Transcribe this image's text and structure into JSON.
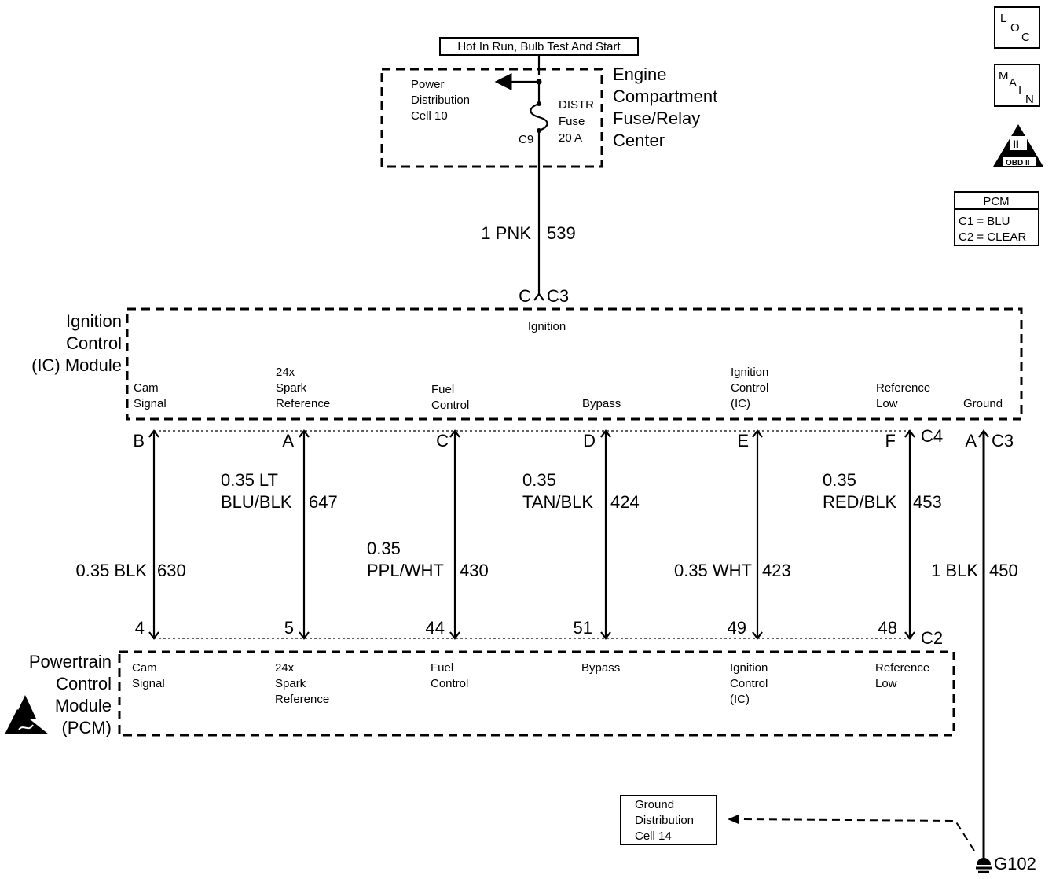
{
  "icons": {
    "loc": {
      "l1": "L",
      "l2": "O",
      "l3": "C"
    },
    "main": {
      "l1": "M",
      "l2": "A",
      "l3": "I",
      "l4": "N"
    },
    "obd": {
      "mark": "II",
      "label": "OBD II"
    }
  },
  "pcm_legend": {
    "title": "PCM",
    "c1": "C1 = BLU",
    "c2": "C2 = CLEAR"
  },
  "supply": {
    "label": "Hot In Run, Bulb Test And Start",
    "power_dist": [
      "Power",
      "Distribution",
      "Cell 10"
    ],
    "fuse": [
      "DISTR",
      "Fuse",
      "20 A"
    ],
    "fuse_connector": "C9",
    "center": [
      "Engine",
      "Compartment",
      "Fuse/Relay",
      "Center"
    ],
    "wire_desc": "1 PNK",
    "wire_circuit": "539"
  },
  "ic_module": {
    "name": [
      "Ignition",
      "Control",
      "(IC) Module"
    ],
    "top_pin": "C",
    "top_connector": "C3",
    "ignition_label": "Ignition",
    "terminals": [
      {
        "lines": [
          "Cam",
          "Signal"
        ]
      },
      {
        "lines": [
          "24x",
          "Spark",
          "Reference"
        ]
      },
      {
        "lines": [
          "Fuel",
          "Control"
        ]
      },
      {
        "lines": [
          "Bypass"
        ]
      },
      {
        "lines": [
          "Ignition",
          "Control",
          "(IC)"
        ]
      },
      {
        "lines": [
          "Reference",
          "Low"
        ]
      },
      {
        "lines": [
          "Ground"
        ]
      }
    ],
    "connector_c4": "C4",
    "connector_c3": "C3"
  },
  "wires": [
    {
      "pin": "B",
      "desc": [
        "0.35 BLK"
      ],
      "circuit": "630",
      "pcm_pin": "4"
    },
    {
      "pin": "A",
      "desc": [
        "0.35 LT",
        "BLU/BLK"
      ],
      "circuit": "647",
      "pcm_pin": "5"
    },
    {
      "pin": "C",
      "desc": [
        "0.35",
        "PPL/WHT"
      ],
      "circuit": "430",
      "pcm_pin": "44"
    },
    {
      "pin": "D",
      "desc": [
        "0.35",
        "TAN/BLK"
      ],
      "circuit": "424",
      "pcm_pin": "51"
    },
    {
      "pin": "E",
      "desc": [
        "0.35 WHT"
      ],
      "circuit": "423",
      "pcm_pin": "49"
    },
    {
      "pin": "F",
      "desc": [
        "0.35",
        "RED/BLK"
      ],
      "circuit": "453",
      "pcm_pin": "48"
    }
  ],
  "ground_wire": {
    "pin": "A",
    "desc": "1 BLK",
    "circuit": "450"
  },
  "pcm": {
    "name": [
      "Powertrain",
      "Control",
      "Module",
      "(PCM)"
    ],
    "connector": "C2",
    "terminals": [
      {
        "lines": [
          "Cam",
          "Signal"
        ]
      },
      {
        "lines": [
          "24x",
          "Spark",
          "Reference"
        ]
      },
      {
        "lines": [
          "Fuel",
          "Control"
        ]
      },
      {
        "lines": [
          "Bypass"
        ]
      },
      {
        "lines": [
          "Ignition",
          "Control",
          "(IC)"
        ]
      },
      {
        "lines": [
          "Reference",
          "Low"
        ]
      }
    ]
  },
  "ground": {
    "dist": [
      "Ground",
      "Distribution",
      "Cell 14"
    ],
    "point": "G102"
  }
}
